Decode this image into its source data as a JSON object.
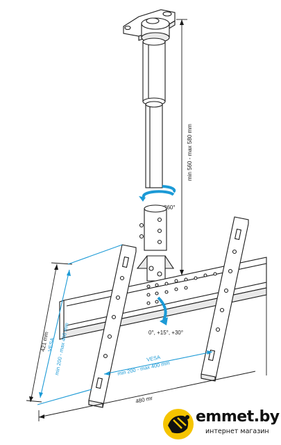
{
  "labels": {
    "height_range": "min 560 - max 580 mm",
    "rotation": "360°",
    "tilt": "0°, +15°, +30°",
    "height": "421 mm",
    "vesa_vertical_title": "VESA",
    "vesa_vertical_range": "min 200 - max 400 mm",
    "vesa_horizontal_title": "VESA",
    "vesa_horizontal_range": "min 200 - max 400 mm",
    "width": "480 mr"
  },
  "brand": {
    "name": "emmet.by",
    "tagline": "интернет магазин",
    "accent_color": "#f5c400"
  },
  "colors": {
    "line": "#1a1a1a",
    "dimension_blue": "#1c9ad6"
  }
}
